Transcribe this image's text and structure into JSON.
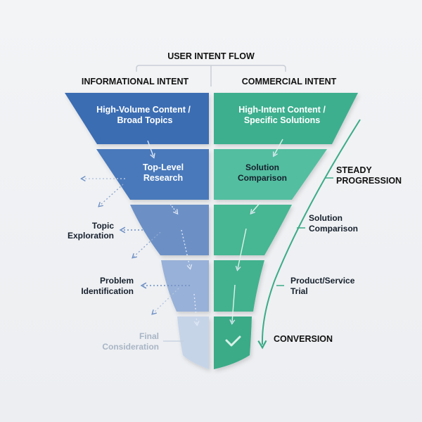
{
  "title": "USER INTENT FLOW",
  "left_header": "INFORMATIONAL INTENT",
  "right_header": "COMMERCIAL INTENT",
  "left_stages": [
    [
      "High-Volume Content /",
      "Broad Topics"
    ],
    [
      "Top-Level",
      "Research"
    ]
  ],
  "right_stages": [
    [
      "High-Intent Content /",
      "Specific Solutions"
    ],
    [
      "Solution",
      "Comparison"
    ]
  ],
  "left_side_labels": [
    [
      "Topic",
      "Exploration"
    ],
    [
      "Problem",
      "Identification"
    ],
    [
      "Final",
      "Consideration"
    ]
  ],
  "right_side_labels": [
    [
      "STEADY",
      "PROGRESSION"
    ],
    [
      "Solution",
      "Comparison"
    ],
    [
      "Product/Service",
      "Trial"
    ],
    [
      "CONVERSION"
    ]
  ],
  "icons": {
    "conversion": "checkmark-icon"
  },
  "colors": {
    "left": [
      "#3b6db3",
      "#4a79bb",
      "#6c90c6",
      "#98b1d8",
      "#c6d4e8"
    ],
    "right": [
      "#3daf8e",
      "#52bea0",
      "#46b692",
      "#42b28e",
      "#3aab87"
    ],
    "accent_line": "#3aab87",
    "dotted": "#6d8fc4"
  }
}
